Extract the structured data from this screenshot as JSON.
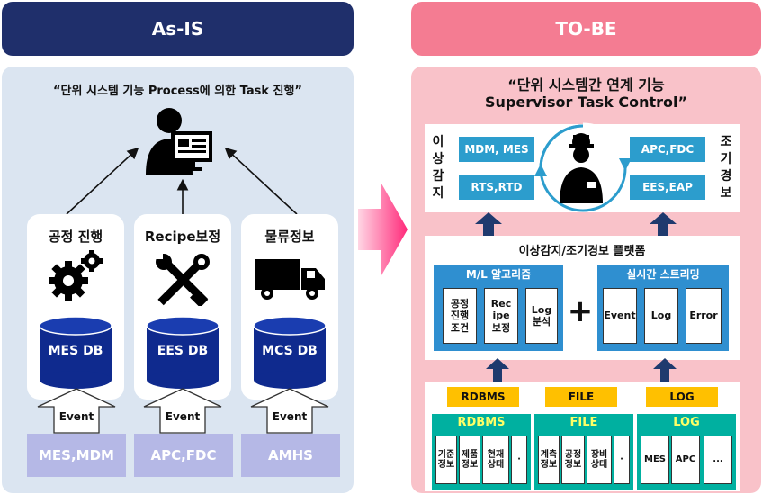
{
  "asis": {
    "header": "As-IS",
    "quote": "“단위 시스템 기능 Process에 의한 Task 진행”",
    "cards": [
      {
        "title": "공정 진행",
        "icon": "gears-icon",
        "db": "MES DB",
        "event": "Event",
        "source": "MES,MDM"
      },
      {
        "title": "Recipe보정",
        "icon": "tools-icon",
        "db": "EES DB",
        "event": "Event",
        "source": "APC,FDC"
      },
      {
        "title": "물류정보",
        "icon": "truck-icon",
        "db": "MCS DB",
        "event": "Event",
        "source": "AMHS"
      }
    ]
  },
  "tobe": {
    "header": "TO-BE",
    "quote_line1": "“단위 시스템간 연계 기능",
    "quote_line2": "Supervisor Task Control”",
    "left_vertical": [
      "이",
      "상",
      "감",
      "지"
    ],
    "right_vertical": [
      "조",
      "기",
      "경",
      "보"
    ],
    "top_boxes": [
      "MDM, MES",
      "RTS,RTD",
      "APC,FDC",
      "EES,EAP"
    ],
    "platform_title": "이상감지/조기경보 플랫폼",
    "ml": {
      "title": "M/L  알고리즘",
      "items": [
        [
          "공정",
          "진행",
          "조건"
        ],
        [
          "Rec",
          "ipe",
          "보정"
        ],
        [
          "Log",
          "분석"
        ]
      ]
    },
    "plus": "+",
    "stream": {
      "title": "실시간 스트리밍",
      "items": [
        "Event",
        "Log",
        "Error"
      ]
    },
    "badges": [
      "RDBMS",
      "FILE",
      "LOG"
    ],
    "sources": [
      {
        "title": "RDBMS",
        "items": [
          [
            "기준",
            "정보"
          ],
          [
            "제품",
            "정보"
          ],
          [
            "현재",
            "상태"
          ],
          [
            "·"
          ]
        ]
      },
      {
        "title": "FILE",
        "items": [
          [
            "계측",
            "정보"
          ],
          [
            "공정",
            "정보"
          ],
          [
            "장비",
            "상태"
          ],
          [
            "·"
          ]
        ]
      },
      {
        "title": "LOG",
        "items": [
          [
            "MES"
          ],
          [
            "APC"
          ],
          [
            "..."
          ]
        ]
      }
    ]
  },
  "colors": {
    "navy": "#1f2f6b",
    "pink": "#f47c92",
    "teal": "#2c9dcd",
    "green": "#00b0a0",
    "yellow": "#ffc000"
  }
}
